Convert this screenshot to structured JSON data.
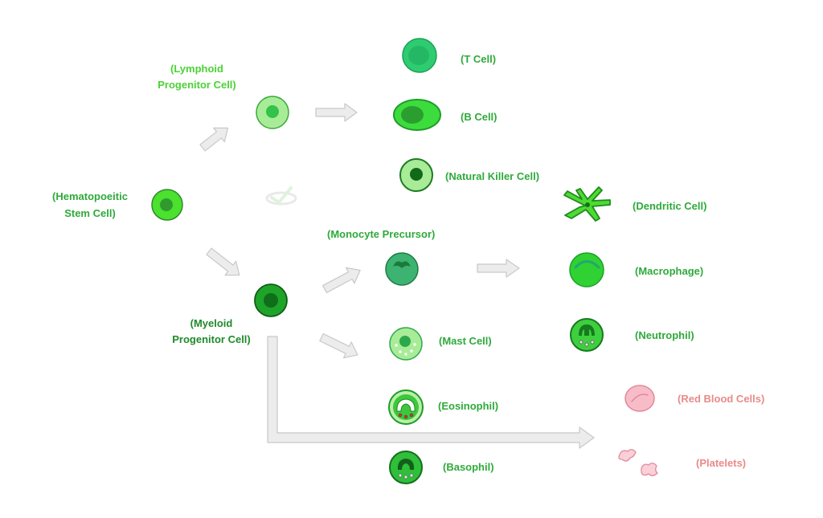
{
  "labels": {
    "hsc_line1": "(Hematopoeitic",
    "hsc_line2": "Stem Cell)",
    "lymphoid_line1": "(Lymphoid",
    "lymphoid_line2": "Progenitor Cell)",
    "myeloid_line1": "(Myeloid",
    "myeloid_line2": "Progenitor Cell)",
    "t_cell": "(T Cell)",
    "b_cell": "(B Cell)",
    "nk_cell": "(Natural Killer Cell)",
    "monocyte_precursor": "(Monocyte Precursor)",
    "dendritic_cell": "(Dendritic Cell)",
    "macrophage": "(Macrophage)",
    "neutrophil": "(Neutrophil)",
    "mast_cell": "(Mast Cell)",
    "eosinophil": "(Eosinophil)",
    "basophil": "(Basophil)",
    "red_blood_cells": "(Red Blood Cells)",
    "platelets": "(Platelets)"
  },
  "colors": {
    "label_green_light": "#4cd137",
    "label_green": "#2eaa3a",
    "label_pink": "#e98a8a",
    "arrow_fill": "#ececec",
    "arrow_stroke": "#c8c8c8"
  }
}
